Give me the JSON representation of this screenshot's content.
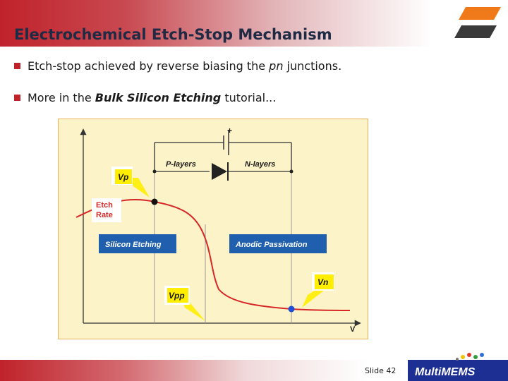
{
  "slide": {
    "title": "Electrochemical Etch-Stop Mechanism",
    "bullets": [
      {
        "prefix": "Etch-stop achieved by reverse biasing the ",
        "italic": "pn",
        "suffix": " junctions."
      },
      {
        "prefix": "More in the ",
        "bold_italic": "Bulk Silicon Etching",
        "suffix": " tutorial..."
      }
    ],
    "slide_number": "Slide 42",
    "footer_logo_text": "MultiMEMS"
  },
  "diagram": {
    "circuit": {
      "battery_polarity": "+",
      "p_label": "P-layers",
      "n_label": "N-layers"
    },
    "y_label_line1": "Etch",
    "y_label_line2": "Rate",
    "x_label": "V",
    "callouts": {
      "vp": "Vp",
      "vpp": "Vpp",
      "vn": "Vn"
    },
    "regions": {
      "left": "Silicon Etching",
      "right": "Anodic Passivation"
    }
  },
  "colors": {
    "accent_red": "#c0222a",
    "title_navy": "#1f2a44",
    "panel_bg": "#fdf3c8",
    "panel_border": "#e6b35a",
    "region_blue": "#1f5fae",
    "callout_yellow": "#ffee00",
    "curve_red": "#d62828",
    "point_blue": "#1f4fd6"
  }
}
